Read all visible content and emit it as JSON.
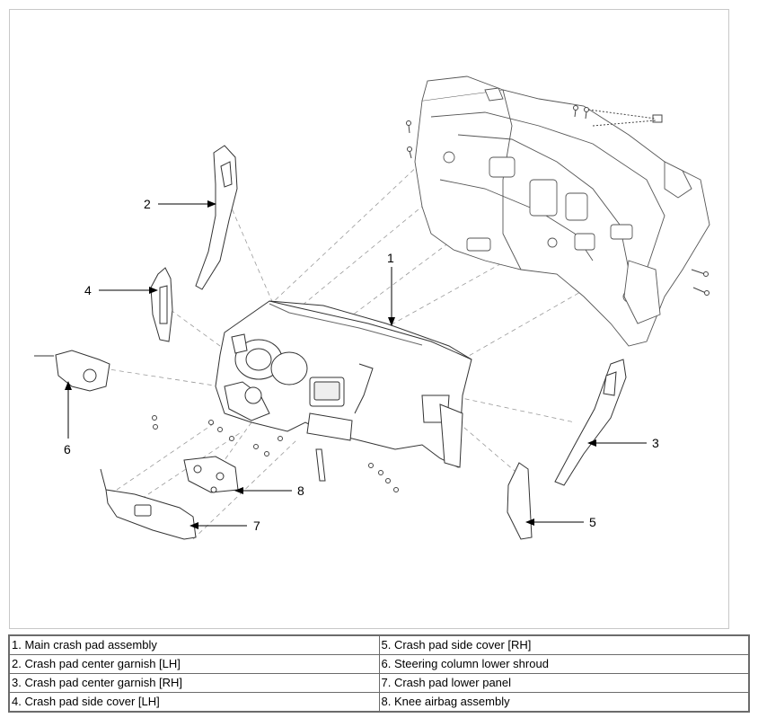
{
  "diagram": {
    "callouts": [
      "1",
      "2",
      "3",
      "4",
      "5",
      "6",
      "7",
      "8"
    ]
  },
  "legend": {
    "left": [
      "1. Main crash pad assembly",
      "2. Crash pad center garnish [LH]",
      "3. Crash pad center garnish [RH]",
      "4. Crash pad side cover [LH]"
    ],
    "right": [
      "5. Crash pad side cover [RH]",
      "6. Steering column lower shroud",
      "7. Crash pad lower panel",
      "8. Knee airbag assembly"
    ]
  }
}
